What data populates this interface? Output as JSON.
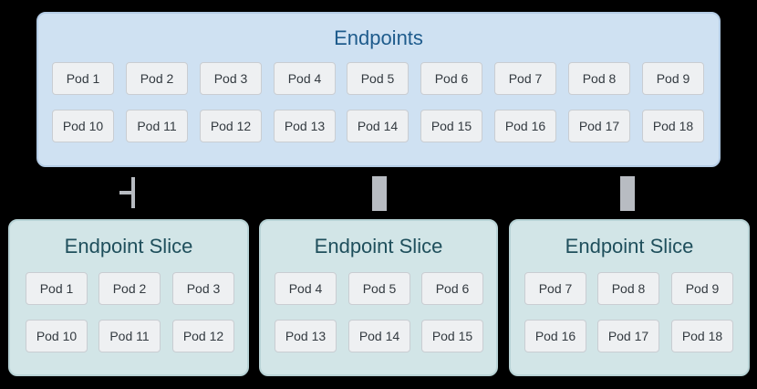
{
  "endpoints": {
    "title": "Endpoints",
    "row1": [
      "Pod 1",
      "Pod 2",
      "Pod 3",
      "Pod 4",
      "Pod 5",
      "Pod 6",
      "Pod 7",
      "Pod 8",
      "Pod 9"
    ],
    "row2": [
      "Pod 10",
      "Pod 11",
      "Pod 12",
      "Pod 13",
      "Pod 14",
      "Pod 15",
      "Pod 16",
      "Pod 17",
      "Pod 18"
    ]
  },
  "slices": [
    {
      "title": "Endpoint Slice",
      "row1": [
        "Pod 1",
        "Pod 2",
        "Pod 3"
      ],
      "row2": [
        "Pod 10",
        "Pod 11",
        "Pod 12"
      ]
    },
    {
      "title": "Endpoint Slice",
      "row1": [
        "Pod 4",
        "Pod 5",
        "Pod 6"
      ],
      "row2": [
        "Pod 13",
        "Pod 14",
        "Pod 15"
      ]
    },
    {
      "title": "Endpoint Slice",
      "row1": [
        "Pod 7",
        "Pod 8",
        "Pod 9"
      ],
      "row2": [
        "Pod 16",
        "Pod 17",
        "Pod 18"
      ]
    }
  ],
  "colors": {
    "endpoints_fill": "#cfe1f2",
    "slice_fill": "#d2e5e7",
    "pod_fill": "#eef0f2",
    "connector": "#b8bcc2"
  }
}
